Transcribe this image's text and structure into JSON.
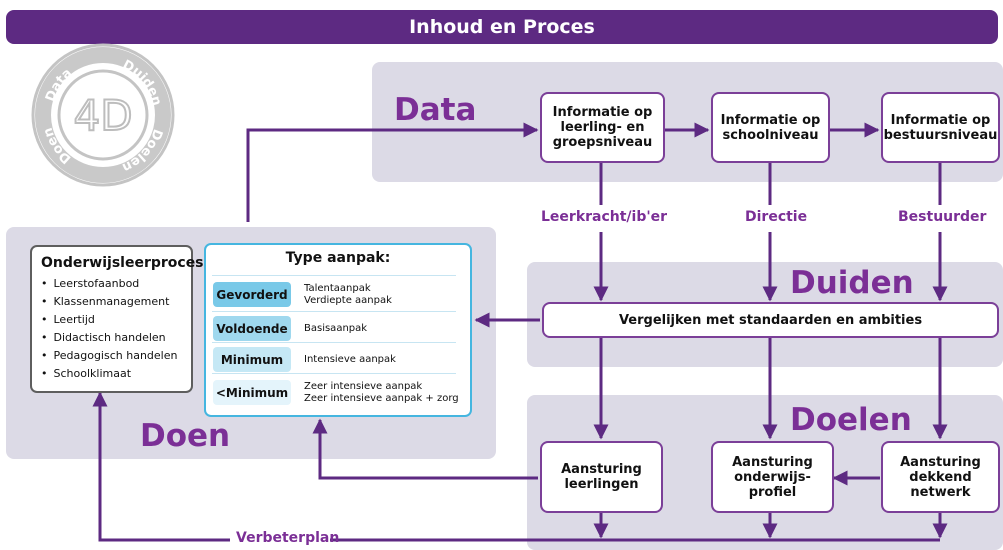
{
  "header": {
    "title": "Inhoud en Proces"
  },
  "emblem": {
    "center": "4D",
    "arc_words": [
      "Data",
      "Duiden",
      "Doelen",
      "Doen"
    ]
  },
  "sections": {
    "data": "Data",
    "duiden": "Duiden",
    "doelen": "Doelen",
    "doen": "Doen"
  },
  "data_boxes": [
    {
      "label": "Informatie op\nleerling- en\ngroepsniveau"
    },
    {
      "label": "Informatie op\nschoolniveau"
    },
    {
      "label": "Informatie op\nbestuursniveau"
    }
  ],
  "roles": [
    "Leerkracht/ib'er",
    "Directie",
    "Bestuurder"
  ],
  "duiden_bar": {
    "label": "Vergelijken met standaarden en ambities"
  },
  "doelen_boxes": [
    {
      "label": "Aansturing\nleerlingen"
    },
    {
      "label": "Aansturing\nonderwijs-\nprofiel"
    },
    {
      "label": "Aansturing\ndekkend\nnetwerk"
    }
  ],
  "process_list": {
    "title": "Onderwijsleerproces:",
    "items": [
      "Leerstofaanbod",
      "Klassenmanagement",
      "Leertijd",
      "Didactisch handelen",
      "Pedagogisch handelen",
      "Schoolklimaat"
    ]
  },
  "type_aanpak": {
    "title": "Type aanpak:",
    "rows": [
      {
        "level": "Gevorderd",
        "desc": "Talentaanpak\nVerdiepte aanpak",
        "color": "#79c9e8"
      },
      {
        "level": "Voldoende",
        "desc": "Basisaanpak",
        "color": "#9fd8ee"
      },
      {
        "level": "Minimum",
        "desc": "Intensieve aanpak",
        "color": "#c5e8f5"
      },
      {
        "level": "<Minimum",
        "desc": "Zeer intensieve aanpak\nZeer intensieve aanpak + zorg",
        "color": "#e4f4fb"
      }
    ]
  },
  "bottom": {
    "label": "Verbeterplan"
  },
  "colors": {
    "accent": "#7b2f96",
    "header": "#5d2a82",
    "panel": "#dcdae6",
    "arrow": "#5d2a82",
    "type_border": "#45b6e0"
  }
}
